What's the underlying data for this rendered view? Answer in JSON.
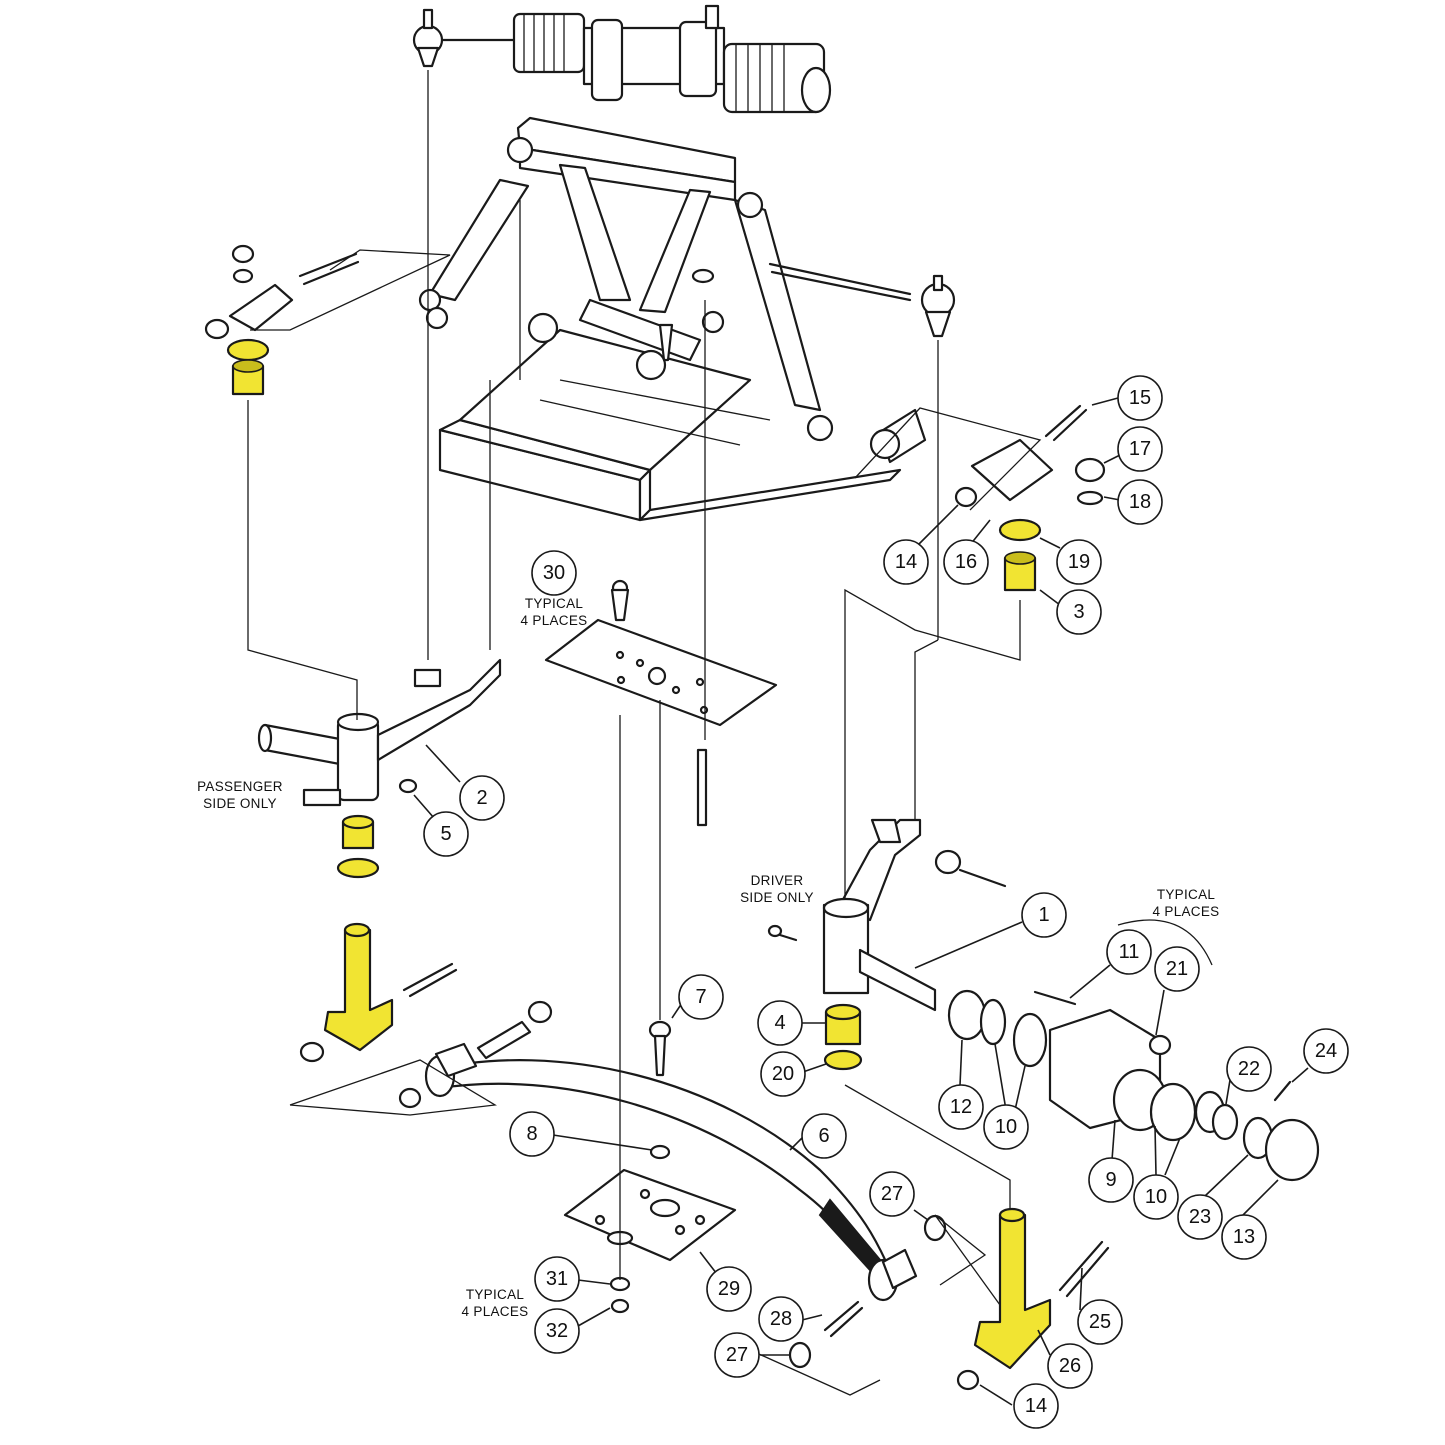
{
  "callouts": [
    {
      "id": "15",
      "label": "15"
    },
    {
      "id": "17",
      "label": "17"
    },
    {
      "id": "18",
      "label": "18"
    },
    {
      "id": "14a",
      "label": "14"
    },
    {
      "id": "16",
      "label": "16"
    },
    {
      "id": "19",
      "label": "19"
    },
    {
      "id": "3",
      "label": "3"
    },
    {
      "id": "30",
      "label": "30"
    },
    {
      "id": "2",
      "label": "2"
    },
    {
      "id": "5",
      "label": "5"
    },
    {
      "id": "1",
      "label": "1"
    },
    {
      "id": "11",
      "label": "11"
    },
    {
      "id": "21",
      "label": "21"
    },
    {
      "id": "24",
      "label": "24"
    },
    {
      "id": "7",
      "label": "7"
    },
    {
      "id": "4",
      "label": "4"
    },
    {
      "id": "20",
      "label": "20"
    },
    {
      "id": "22",
      "label": "22"
    },
    {
      "id": "12",
      "label": "12"
    },
    {
      "id": "10a",
      "label": "10"
    },
    {
      "id": "8",
      "label": "8"
    },
    {
      "id": "6",
      "label": "6"
    },
    {
      "id": "9",
      "label": "9"
    },
    {
      "id": "10b",
      "label": "10"
    },
    {
      "id": "23",
      "label": "23"
    },
    {
      "id": "13",
      "label": "13"
    },
    {
      "id": "27a",
      "label": "27"
    },
    {
      "id": "29",
      "label": "29"
    },
    {
      "id": "31",
      "label": "31"
    },
    {
      "id": "32",
      "label": "32"
    },
    {
      "id": "28",
      "label": "28"
    },
    {
      "id": "25",
      "label": "25"
    },
    {
      "id": "27b",
      "label": "27"
    },
    {
      "id": "26",
      "label": "26"
    },
    {
      "id": "14b",
      "label": "14"
    }
  ],
  "notes": {
    "typical_30_line1": "TYPICAL",
    "typical_30_line2": "4 PLACES",
    "passenger_line1": "PASSENGER",
    "passenger_line2": "SIDE ONLY",
    "driver_line1": "DRIVER",
    "driver_line2": "SIDE ONLY",
    "typical_hub_line1": "TYPICAL",
    "typical_hub_line2": "4 PLACES",
    "typical_31_line1": "TYPICAL",
    "typical_31_line2": "4 PLACES"
  },
  "colors": {
    "highlight": "#f1e432",
    "line": "#1a1a1a",
    "background": "#ffffff"
  }
}
